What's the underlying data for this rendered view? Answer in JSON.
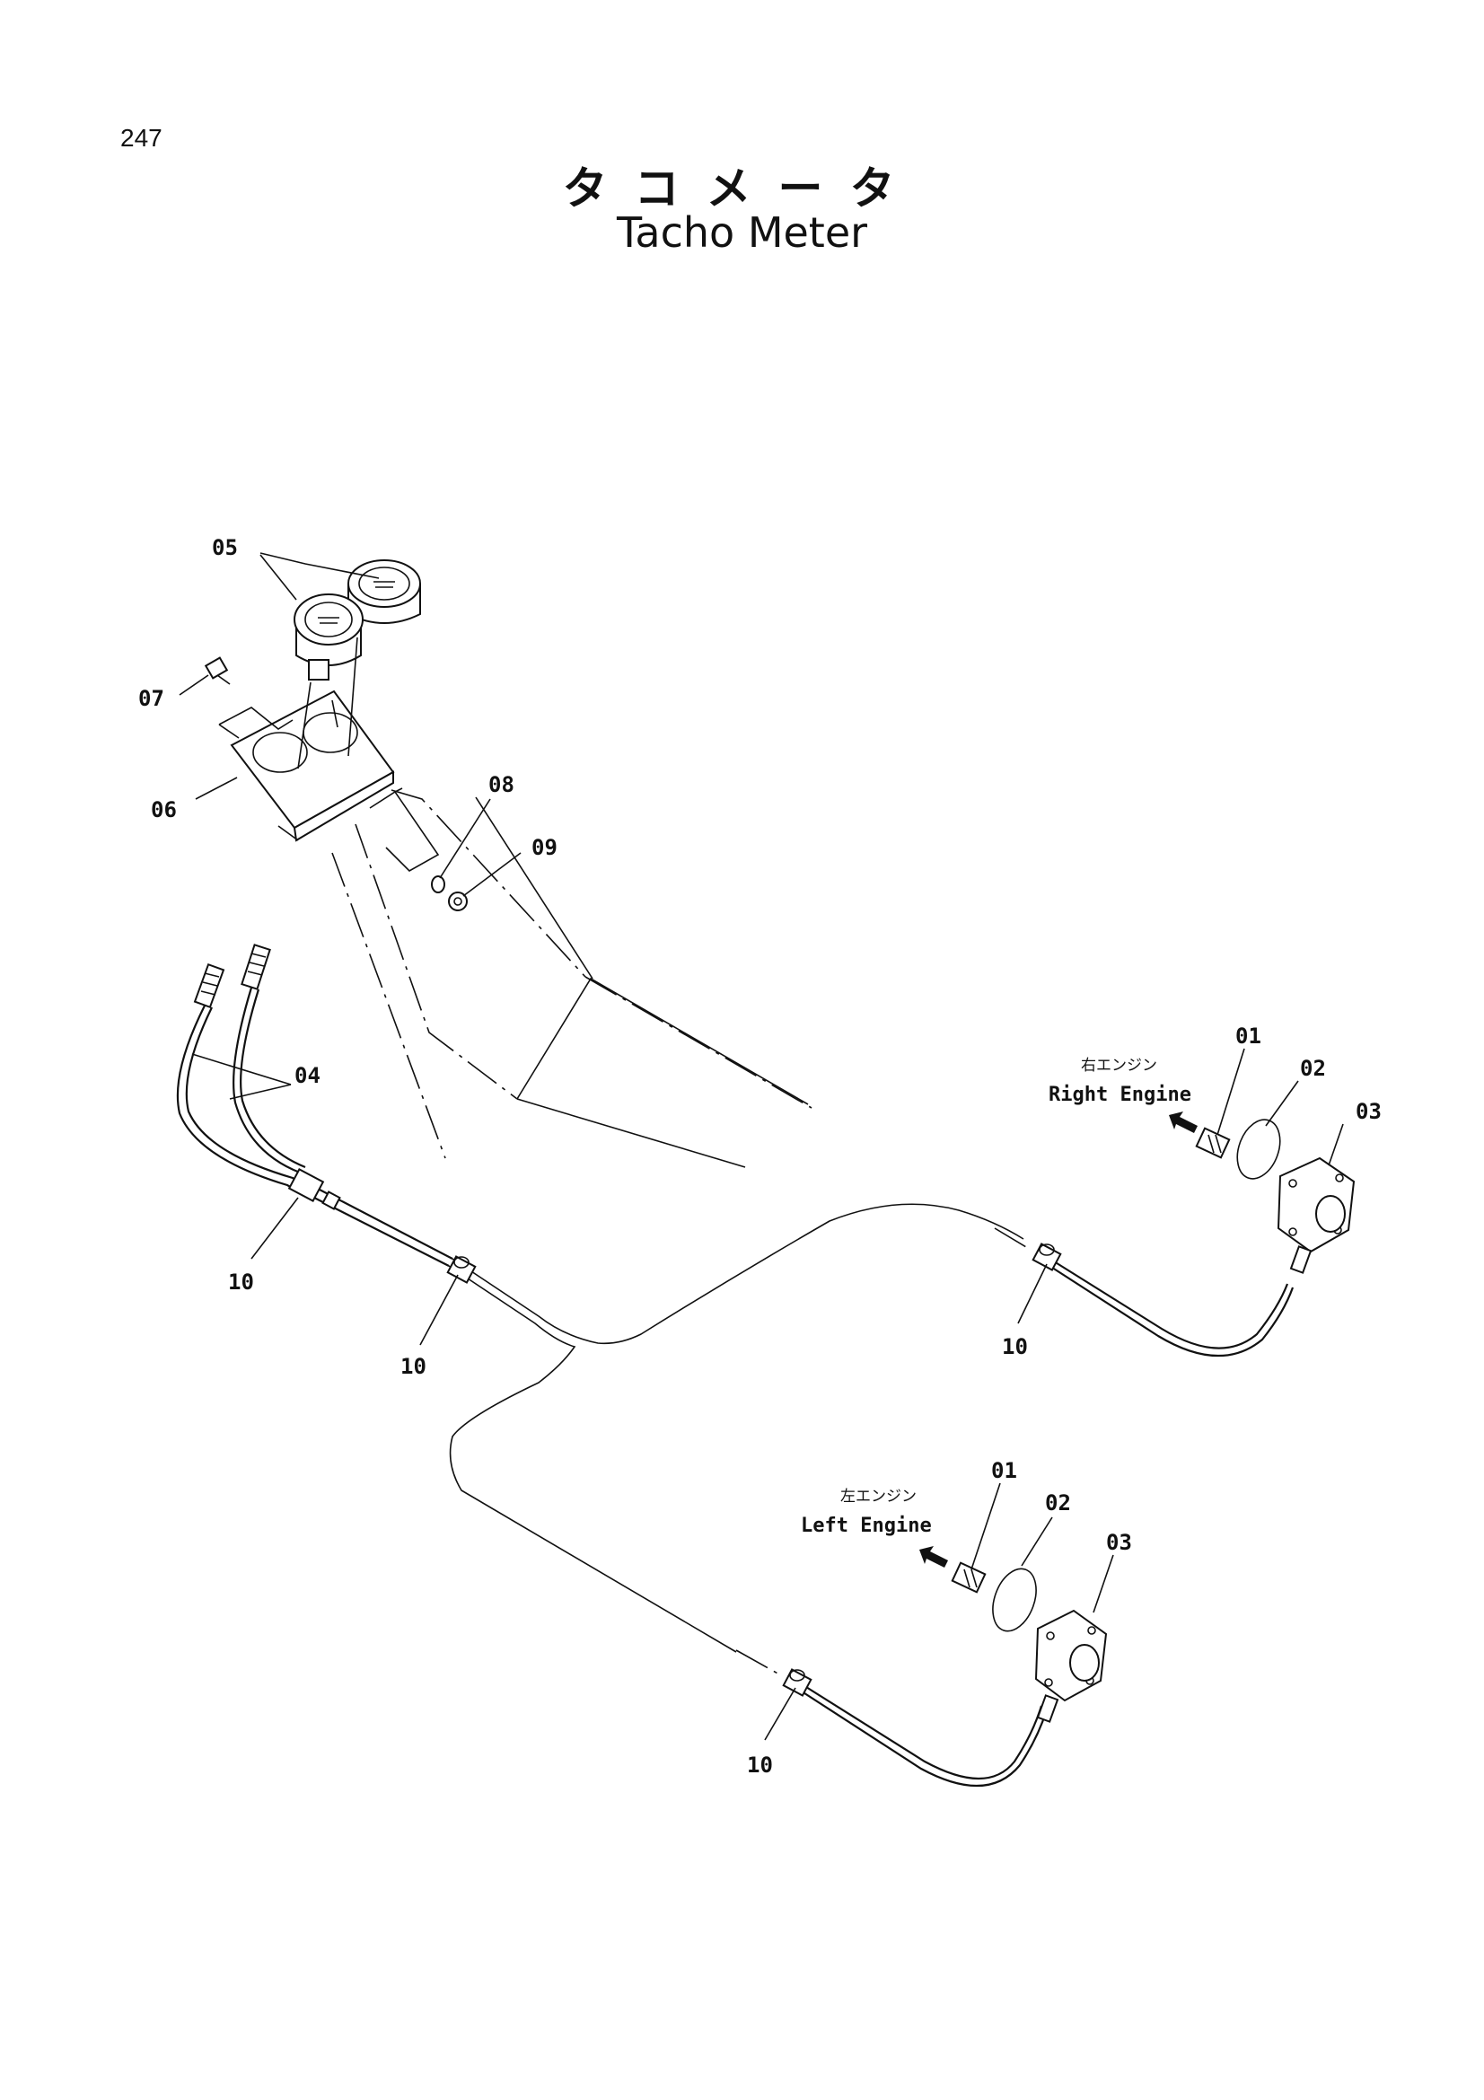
{
  "page": {
    "number": "247"
  },
  "title": {
    "japanese": "タコメータ",
    "english": "Tacho Meter"
  },
  "callouts": [
    "01",
    "02",
    "03",
    "04",
    "05",
    "06",
    "07",
    "08",
    "09",
    "10"
  ],
  "labels": {
    "right_engine_jp": "右エンジン",
    "right_engine_en": "Right Engine",
    "left_engine_jp": "左エンジン",
    "left_engine_en": "Left Engine"
  }
}
